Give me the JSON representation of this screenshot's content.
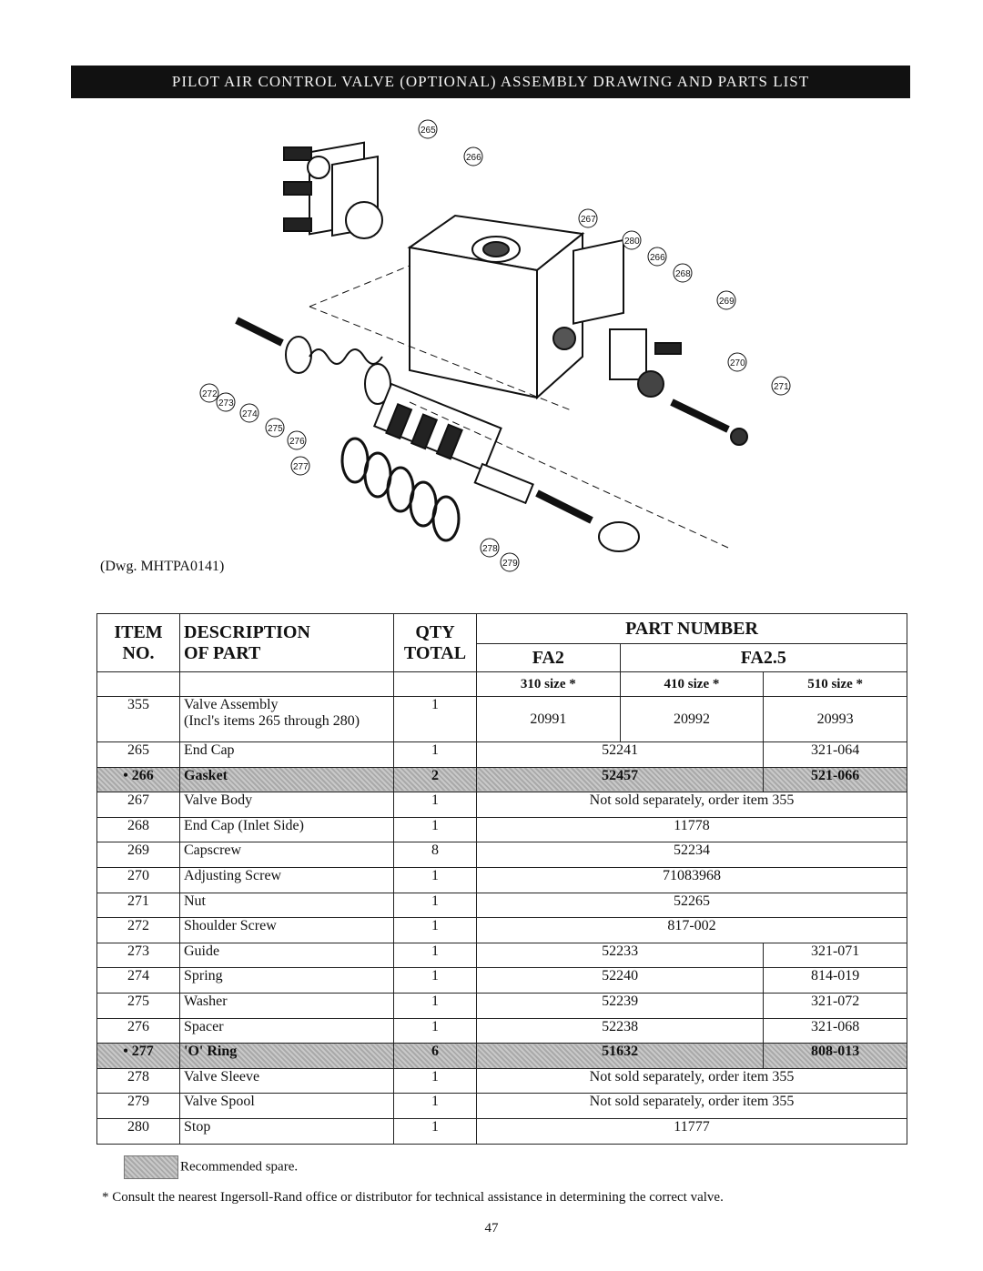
{
  "banner": "PILOT AIR CONTROL VALVE (OPTIONAL) ASSEMBLY DRAWING AND PARTS LIST",
  "drawing": {
    "number": "(Dwg. MHTPA0141)",
    "callouts": [
      "265",
      "266",
      "267",
      "280",
      "266",
      "268",
      "269",
      "270",
      "271",
      "272",
      "273",
      "274",
      "275",
      "276",
      "277",
      "278",
      "279"
    ]
  },
  "table": {
    "headers": {
      "item": "ITEM",
      "item_no": "NO.",
      "desc": "DESCRIPTION",
      "desc2": "OF PART",
      "qty": "QTY",
      "qty2": "TOTAL",
      "part_number": "PART NUMBER",
      "fa2": "FA2",
      "fa25": "FA2.5",
      "size310": "310 size *",
      "size410": "410 size *",
      "size510": "510 size *"
    },
    "rows": [
      {
        "item": "355",
        "desc": "Valve Assembly",
        "desc2": "(Incl's items 265 through 280)",
        "qty": "1",
        "p310": "20991",
        "p410": "20992",
        "p510": "20993"
      },
      {
        "item": "265",
        "desc": "End Cap",
        "qty": "1",
        "pA": "52241",
        "pB": "321-064"
      },
      {
        "item": "• 266",
        "desc": "Gasket",
        "qty": "2",
        "pA": "52457",
        "pB": "521-066",
        "spare": true
      },
      {
        "item": "267",
        "desc": "Valve Body",
        "qty": "1",
        "pAll": "Not sold separately, order item 355"
      },
      {
        "item": "268",
        "desc": "End Cap (Inlet Side)",
        "qty": "1",
        "pAll": "11778"
      },
      {
        "item": "269",
        "desc": "Capscrew",
        "qty": "8",
        "pAll": "52234"
      },
      {
        "item": "270",
        "desc": "Adjusting Screw",
        "qty": "1",
        "pAll": "71083968"
      },
      {
        "item": "271",
        "desc": "Nut",
        "qty": "1",
        "pAll": "52265"
      },
      {
        "item": "272",
        "desc": "Shoulder Screw",
        "qty": "1",
        "pAll": "817-002"
      },
      {
        "item": "273",
        "desc": "Guide",
        "qty": "1",
        "pA": "52233",
        "pB": "321-071"
      },
      {
        "item": "274",
        "desc": "Spring",
        "qty": "1",
        "pA": "52240",
        "pB": "814-019"
      },
      {
        "item": "275",
        "desc": "Washer",
        "qty": "1",
        "pA": "52239",
        "pB": "321-072"
      },
      {
        "item": "276",
        "desc": "Spacer",
        "qty": "1",
        "pA": "52238",
        "pB": "321-068"
      },
      {
        "item": "• 277",
        "desc": "'O' Ring",
        "qty": "6",
        "pA": "51632",
        "pB": "808-013",
        "spare": true
      },
      {
        "item": "278",
        "desc": "Valve Sleeve",
        "qty": "1",
        "pAll": "Not sold separately, order item 355"
      },
      {
        "item": "279",
        "desc": "Valve Spool",
        "qty": "1",
        "pAll": "Not sold separately, order item 355"
      },
      {
        "item": "280",
        "desc": "Stop",
        "qty": "1",
        "pAll": "11777"
      }
    ]
  },
  "legend": "Recommended spare.",
  "footnote": "*  Consult the nearest Ingersoll-Rand office or distributor for technical assistance in determining the correct valve.",
  "page_number": "47"
}
